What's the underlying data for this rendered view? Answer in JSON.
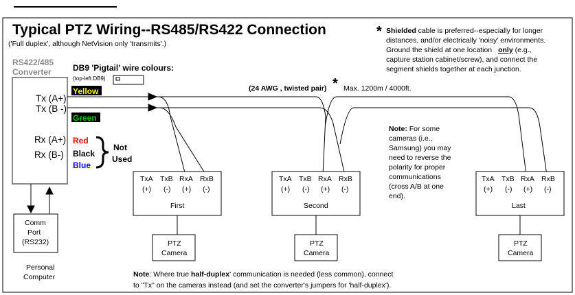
{
  "title": "Typical PTZ Wiring--RS485/RS422 Connection",
  "subtitle": "('Full duplex', although NetVision only 'transmits'.)",
  "shield_note": {
    "star": "*",
    "lines": [
      [
        "Shielded",
        " cable is preferred--especially for longer"
      ],
      [
        "distances, and/or electrically 'noisy' environments."
      ],
      [
        "Ground the shield at one location",
        "only",
        " (e.g.,"
      ],
      [
        "capture station cabinet/screw), and connect the"
      ],
      [
        "segment shields together at each junction."
      ]
    ]
  },
  "converter": {
    "title_line1": "RS422/485",
    "title_line2": "Converter",
    "tx_pos": "Tx (A+)",
    "tx_neg": "Tx (B -)",
    "rx_pos": "Rx (A+)",
    "rx_neg": "Rx (B-)"
  },
  "db9": {
    "title": "DB9 'Pigtail' wire colours:",
    "subtitle": "(top-left DB9)"
  },
  "wire_colors": {
    "yellow": "Yellow",
    "green": "Green",
    "red": "Red",
    "black": "Black",
    "blue": "Blue",
    "not_used_1": "Not",
    "not_used_2": "Used",
    "c_yellow": "#ffff00",
    "c_green": "#00cc00",
    "c_red": "#ff0000",
    "c_blue": "#0000ff"
  },
  "cable": {
    "spec": "(24 AWG , twisted pair)",
    "star": "*",
    "max": "Max. 1200m / 4000ft."
  },
  "terminal_labels": {
    "txa": "TxA",
    "txb": "TxB",
    "rxa": "RxA",
    "rxb": "RxB",
    "plus": "(+)",
    "minus": "(-)"
  },
  "cameras": [
    {
      "name": "First",
      "ptz": "PTZ",
      "cam": "Camera"
    },
    {
      "name": "Second",
      "ptz": "PTZ",
      "cam": "Camera"
    },
    {
      "name": "Last",
      "ptz": "PTZ",
      "cam": "Camera"
    }
  ],
  "samsung_note": {
    "heading": "Note:",
    "lines": [
      " For some",
      "cameras (i.e.,",
      "Samsung) you may",
      "need to reverse the",
      "polarity for proper",
      "communications",
      "(cross A/B at one",
      "end)."
    ]
  },
  "comm_port": {
    "line1": "Comm",
    "line2": "Port",
    "line3": "(RS232)"
  },
  "pc": {
    "line1": "Personal",
    "line2": "Computer"
  },
  "bottom_note": {
    "heading": "Note",
    "line1_a": ":  Where true ",
    "line1_b": "half-duplex",
    "line1_c": "' communication is needed (less common), connect",
    "line2": "to \"Tx\" on the cameras instead (and set the converter's jumpers for 'half-duplex')."
  }
}
